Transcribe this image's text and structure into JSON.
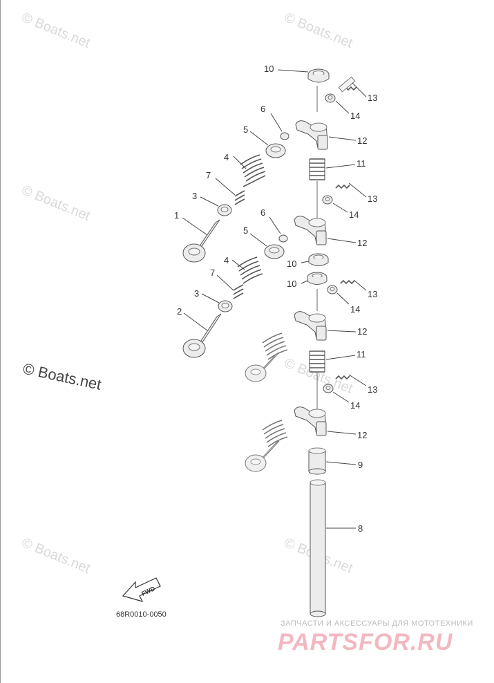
{
  "watermarks": [
    "© Boats.net",
    "© Boats.net",
    "© Boats.net",
    "© Boats.net",
    "© Boats.net",
    "© Boats.net",
    "© Boats.net"
  ],
  "part_numbers": {
    "n1": "1",
    "n2": "2",
    "n3a": "3",
    "n3b": "3",
    "n4a": "4",
    "n4b": "4",
    "n5a": "5",
    "n5b": "5",
    "n6a": "6",
    "n6b": "6",
    "n7a": "7",
    "n7b": "7",
    "n8": "8",
    "n9": "9",
    "n10a": "10",
    "n10b": "10",
    "n10c": "10",
    "n11a": "11",
    "n11b": "11",
    "n12a": "12",
    "n12b": "12",
    "n12c": "12",
    "n12d": "12",
    "n13a": "13",
    "n13b": "13",
    "n13c": "13",
    "n13d": "13",
    "n14a": "14",
    "n14b": "14",
    "n14c": "14",
    "n14d": "14"
  },
  "fwd_label": "FWD",
  "diagram_code": "68R0010-0050",
  "footer": {
    "tagline": "ЗАПЧАСТИ И АКСЕССУАРЫ ДЛЯ МОТОТЕХНИКИ",
    "brand": "PARTSFOR.RU"
  },
  "colors": {
    "background": "#ffffff",
    "watermark": "#d9d9d9",
    "brand": "#f2b8c0",
    "line": "#555555"
  }
}
